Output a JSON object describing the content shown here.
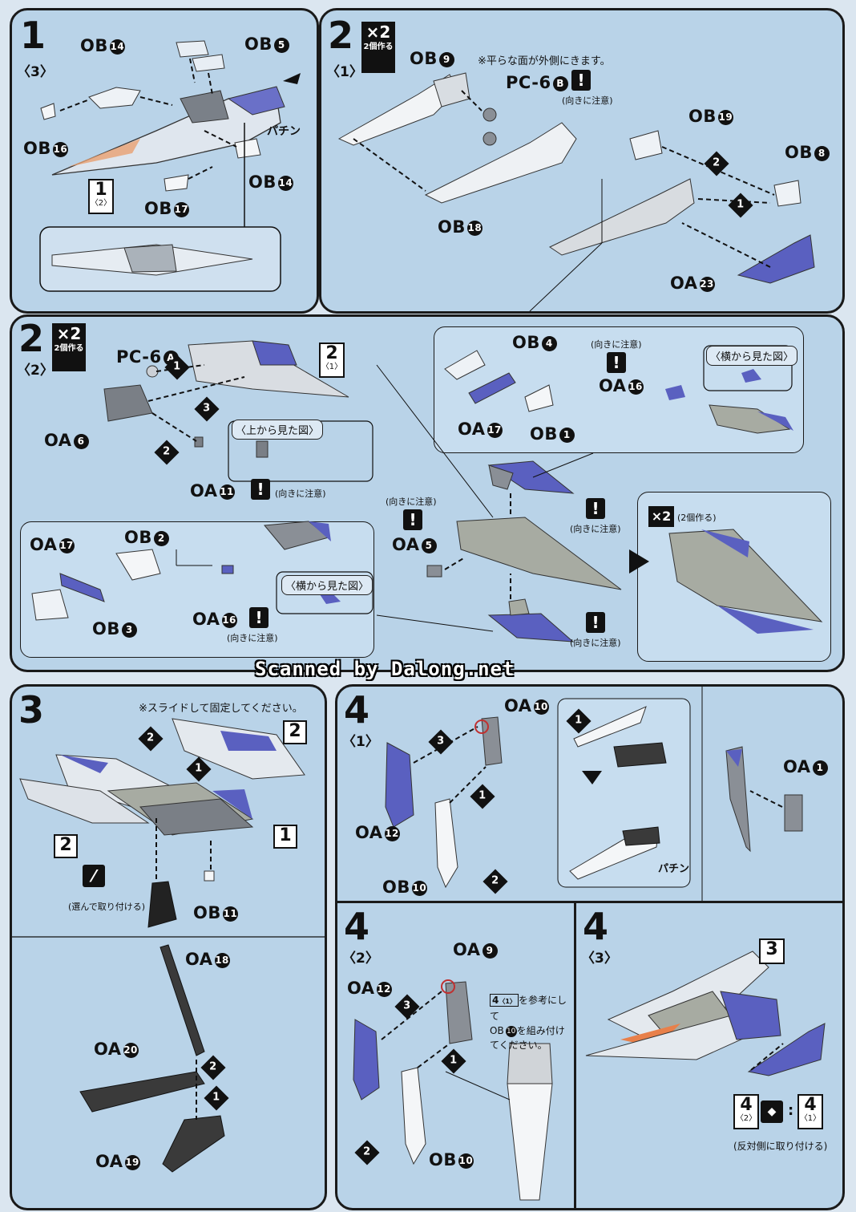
{
  "watermark": "Scanned by Dalong.net",
  "step1": {
    "num": "1",
    "sub": "〈3〉",
    "labels": {
      "ob14a": "OB",
      "ob5": "OB",
      "ob16": "OB",
      "ob14b": "OB",
      "ob17": "OB"
    },
    "nums": {
      "ob14a": "14",
      "ob5": "5",
      "ob16": "16",
      "ob14b": "14",
      "ob17": "17"
    },
    "snap": "パチン",
    "ref": {
      "num": "1",
      "sub": "〈2〉"
    }
  },
  "step2a": {
    "num": "2",
    "sub": "〈1〉",
    "x2": "×2",
    "x2_note": "2個作る",
    "note": "※平らな面が外側にきます。",
    "labels": {
      "ob9": "OB",
      "pc6b": "PC-6",
      "ob18": "OB",
      "ob19": "OB",
      "ob8": "OB",
      "oa23": "OA"
    },
    "nums": {
      "ob9": "9",
      "pc6b": "B",
      "ob18": "18",
      "ob19": "19",
      "ob8": "8",
      "oa23": "23"
    },
    "caution": "(向きに注意)"
  },
  "step2b": {
    "num": "2",
    "sub": "〈2〉",
    "x2": "×2",
    "x2_note": "2個作る",
    "labels": {
      "pc6a": "PC-6",
      "oa6": "OA",
      "oa11": "OA",
      "oa17a": "OA",
      "ob2": "OB",
      "ob3": "OB",
      "oa16a": "OA",
      "ob4": "OB",
      "oa16b": "OA",
      "oa17b": "OA",
      "ob1": "OB",
      "oa5": "OA"
    },
    "nums": {
      "pc6a": "A",
      "oa6": "6",
      "oa11": "11",
      "oa17a": "17",
      "ob2": "2",
      "ob3": "3",
      "oa16a": "16",
      "ob4": "4",
      "oa16b": "16",
      "oa17b": "17",
      "ob1": "1",
      "oa5": "5"
    },
    "view_top": "〈上から見た図〉",
    "view_side": "〈横から見た図〉",
    "caution": "(向きに注意)",
    "ref": {
      "num": "2",
      "sub": "〈1〉"
    },
    "x2b": "×2",
    "x2b_note": "(2個作る)"
  },
  "step3": {
    "num": "3",
    "note": "※スライドして固定してください。",
    "labels": {
      "ob11": "OB",
      "oa18": "OA",
      "oa20": "OA",
      "oa19": "OA"
    },
    "nums": {
      "ob11": "11",
      "oa18": "18",
      "oa20": "20",
      "oa19": "19"
    },
    "choose": "(選んで取り付ける)",
    "refs": [
      "2",
      "2",
      "1"
    ]
  },
  "step4a": {
    "num": "4",
    "sub": "〈1〉",
    "labels": {
      "oa10": "OA",
      "oa12": "OA",
      "ob10": "OB",
      "oa1": "OA"
    },
    "nums": {
      "oa10": "10",
      "oa12": "12",
      "ob10": "10",
      "oa1": "1"
    },
    "snap": "パチン"
  },
  "step4b": {
    "num": "4",
    "sub": "〈2〉",
    "labels": {
      "oa9": "OA",
      "oa12": "OA",
      "ob10": "OB"
    },
    "nums": {
      "oa9": "9",
      "oa12": "12",
      "ob10": "10"
    },
    "note_ref": "4",
    "note_ref_sub": "〈1〉",
    "note_a": "を参考にして",
    "note_b": "OB",
    "note_b_num": "10",
    "note_c": "を組み付け",
    "note_d": "てください。"
  },
  "step4c": {
    "num": "4",
    "sub": "〈3〉",
    "ref3": "3",
    "mirror_a": {
      "num": "4",
      "sub": "〈2〉"
    },
    "mirror_b": {
      "num": "4",
      "sub": "〈1〉"
    },
    "mirror_note": "(反対側に取り付ける)"
  }
}
